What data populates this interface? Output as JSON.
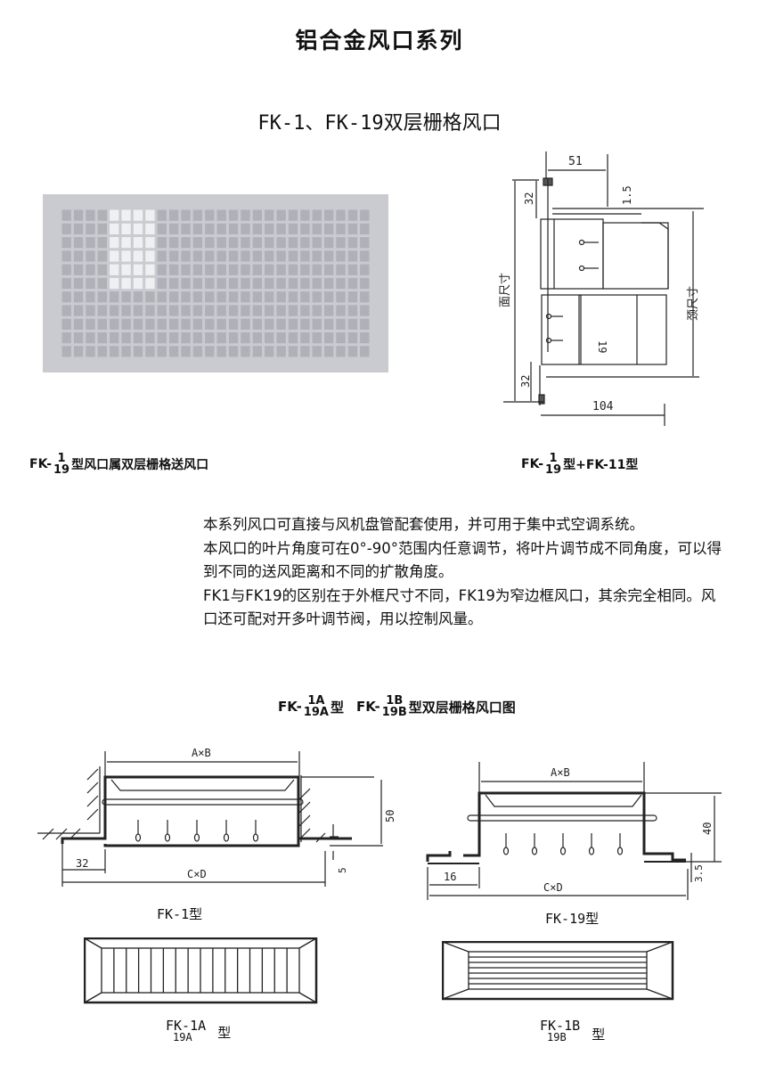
{
  "title": "铝合金风口系列",
  "subtitle": "FK-1、FK-19双层栅格风口",
  "section_diagram": {
    "dim_51": "51",
    "dim_32_top": "32",
    "dim_1_5": "1.5",
    "face_size": "面尺寸",
    "neck_size": "颈尺寸",
    "dim_19": "19",
    "dim_32_bottom": "32",
    "dim_104": "104"
  },
  "caption_left": {
    "prefix": "FK-",
    "num": "1",
    "den": "19",
    "suffix": "型风口属双层栅格送风口"
  },
  "caption_right": {
    "prefix": "FK-",
    "num": "1",
    "den": "19",
    "suffix": "型+FK-11型"
  },
  "paragraphs": [
    "本系列风口可直接与风机盘管配套使用，并可用于集中式空调系统。",
    "本风口的叶片角度可在0°-90°范围内任意调节，将叶片调节成不同角度，可以得到不同的送风距离和不同的扩散角度。",
    "FK1与FK19的区别在于外框尺寸不同，FK19为窄边框风口，其余完全相同。风口还可配对开多叶调节阀，用以控制风量。"
  ],
  "section_heading": {
    "a_prefix": "FK-",
    "a_num": "1A",
    "a_den": "19A",
    "a_suffix": "型",
    "b_prefix": "FK-",
    "b_num": "1B",
    "b_den": "19B",
    "b_suffix": "型双层栅格风口图"
  },
  "fk1_diagram": {
    "axb": "A×B",
    "cxd": "C×D",
    "dim_32": "32",
    "dim_50": "50",
    "dim_5": "5",
    "caption": "FK-1型"
  },
  "fk19_diagram": {
    "axb": "A×B",
    "cxd": "C×D",
    "dim_16": "16",
    "dim_40": "40",
    "dim_3_5": "3.5",
    "caption": "FK-19型"
  },
  "grille_a": {
    "label": "FK-1A",
    "sub": "19A",
    "suffix": "型"
  },
  "grille_b": {
    "label": "FK-1B",
    "sub": "19B",
    "suffix": "型"
  }
}
